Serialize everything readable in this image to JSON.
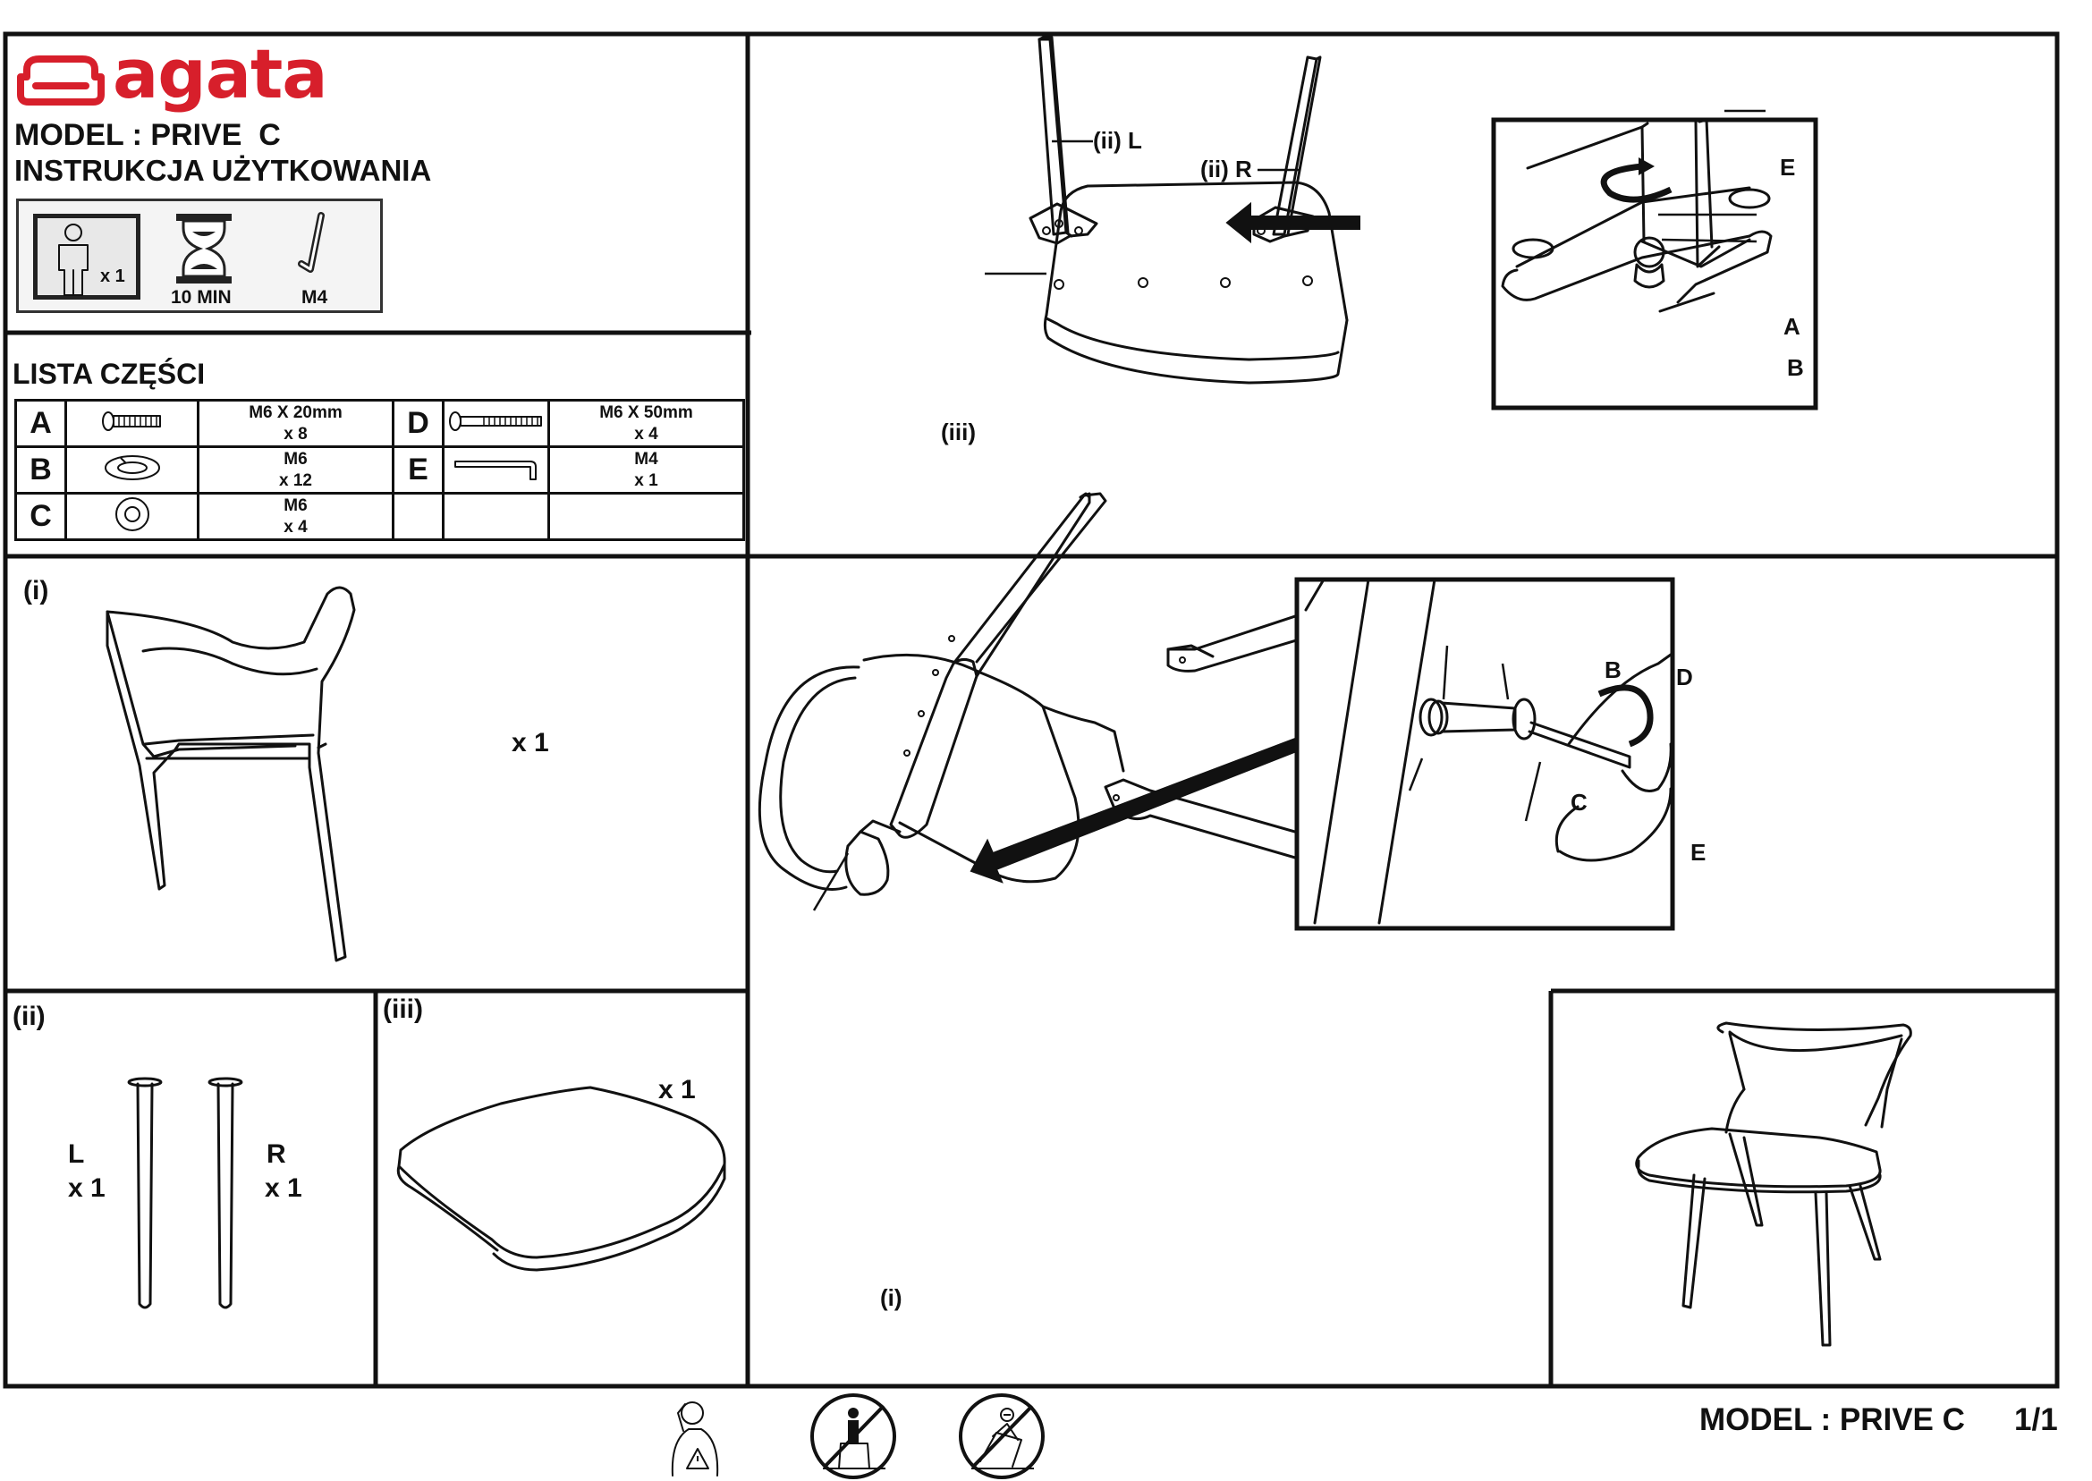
{
  "brand": {
    "name": "agata",
    "color": "#d71f2b"
  },
  "header": {
    "model_line": "MODEL : PRIVE  C",
    "instruction_title": "INSTRUKCJA UŻYTKOWANIA",
    "people_count": "x 1",
    "time_label": "10 MIN",
    "tool_label": "M4"
  },
  "parts_list": {
    "title": "LISTA CZĘŚCI",
    "rows": [
      {
        "left": {
          "letter": "A",
          "icon": "bolt-short-icon",
          "desc_line1": "M6 X 20mm",
          "desc_line2": "x 8"
        },
        "right": {
          "letter": "D",
          "icon": "bolt-long-icon",
          "desc_line1": "M6 X 50mm",
          "desc_line2": "x 4"
        }
      },
      {
        "left": {
          "letter": "B",
          "icon": "spring-washer-icon",
          "desc_line1": "M6",
          "desc_line2": "x 12"
        },
        "right": {
          "letter": "E",
          "icon": "allen-key-icon",
          "desc_line1": "M4",
          "desc_line2": "x 1"
        }
      },
      {
        "left": {
          "letter": "C",
          "icon": "flat-washer-icon",
          "desc_line1": "M6",
          "desc_line2": "x 4"
        },
        "right": {
          "letter": "",
          "icon": "",
          "desc_line1": "",
          "desc_line2": ""
        }
      }
    ]
  },
  "components": {
    "frame": {
      "label": "(i)",
      "qty": "x 1"
    },
    "legs": {
      "label": "(ii)",
      "left_label": "L",
      "left_qty": "x 1",
      "right_label": "R",
      "right_qty": "x 1"
    },
    "seat": {
      "label": "(iii)",
      "qty": "x 1"
    }
  },
  "step1": {
    "leg_left_label": "(ii) L",
    "leg_right_label": "(ii) R",
    "seat_label": "(iii)",
    "detail_labels": {
      "e": "E",
      "a": "A",
      "b": "B"
    }
  },
  "step2": {
    "frame_label": "(i)",
    "detail_labels": {
      "b": "B",
      "d": "D",
      "c": "C",
      "e": "E"
    }
  },
  "footer": {
    "model_line": "MODEL : PRIVE C",
    "page": "1/1",
    "warning_icons": [
      "caution-person-icon",
      "no-standing-on-chair-icon",
      "no-tilting-chair-icon"
    ]
  }
}
